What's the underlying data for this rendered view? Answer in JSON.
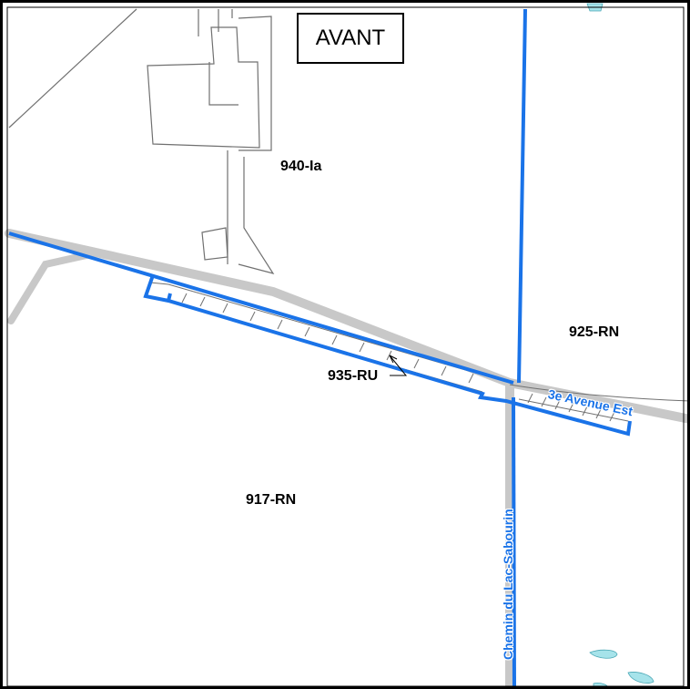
{
  "map_title": "AVANT",
  "zones": {
    "z940": "940-Ia",
    "z925": "925-RN",
    "z935": "935-RU",
    "z917": "917-RN"
  },
  "streets": {
    "avenue": "3e Avenue Est",
    "chemin": "Chemin du Lac-Sabourin"
  },
  "colors": {
    "zone_boundary": "#1a73e8",
    "road": "#c8c8c8",
    "parcel_line": "#707070",
    "water": "#a6e3ea",
    "frame": "#000000"
  }
}
